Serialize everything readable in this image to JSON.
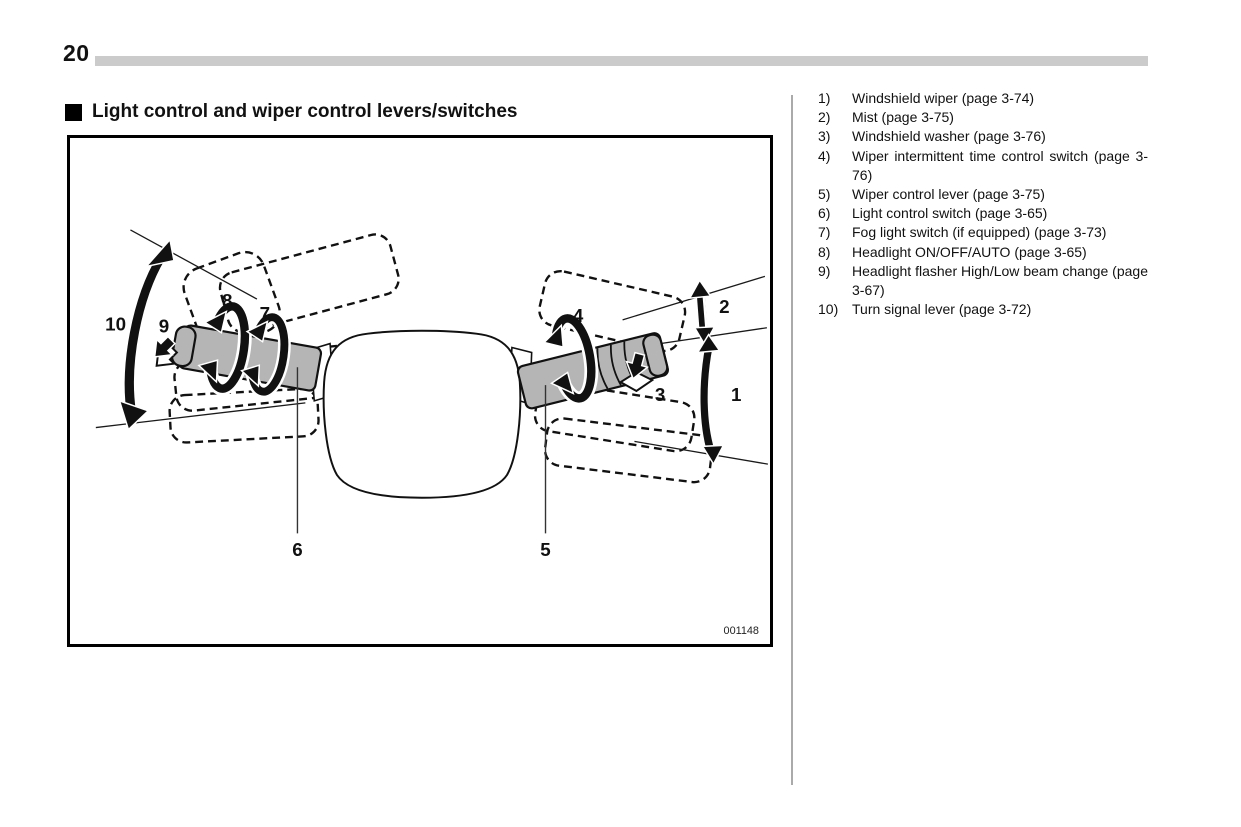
{
  "page": {
    "number": "20"
  },
  "section": {
    "title": "Light control and wiper control levers/switches"
  },
  "figure": {
    "code": "001148",
    "callouts": [
      "1",
      "2",
      "3",
      "4",
      "5",
      "6",
      "7",
      "8",
      "9",
      "10"
    ]
  },
  "legend": {
    "items": [
      {
        "num": "1)",
        "text": "Windshield wiper (page 3-74)"
      },
      {
        "num": "2)",
        "text": "Mist (page 3-75)"
      },
      {
        "num": "3)",
        "text": "Windshield washer (page 3-76)"
      },
      {
        "num": "4)",
        "text": "Wiper intermittent time control switch (page 3-76)"
      },
      {
        "num": "5)",
        "text": "Wiper control lever (page 3-75)"
      },
      {
        "num": "6)",
        "text": "Light control switch (page 3-65)"
      },
      {
        "num": "7)",
        "text": "Fog light switch (if equipped) (page 3-73)"
      },
      {
        "num": "8)",
        "text": "Headlight ON/OFF/AUTO (page 3-65)"
      },
      {
        "num": "9)",
        "text": "Headlight flasher High/Low beam change (page 3-67)"
      },
      {
        "num": "10)",
        "text": "Turn signal lever (page 3-72)"
      }
    ]
  },
  "colors": {
    "lever_gray": "#b5b5b5",
    "rule_gray": "#cbcbcb",
    "line_black": "#111"
  }
}
